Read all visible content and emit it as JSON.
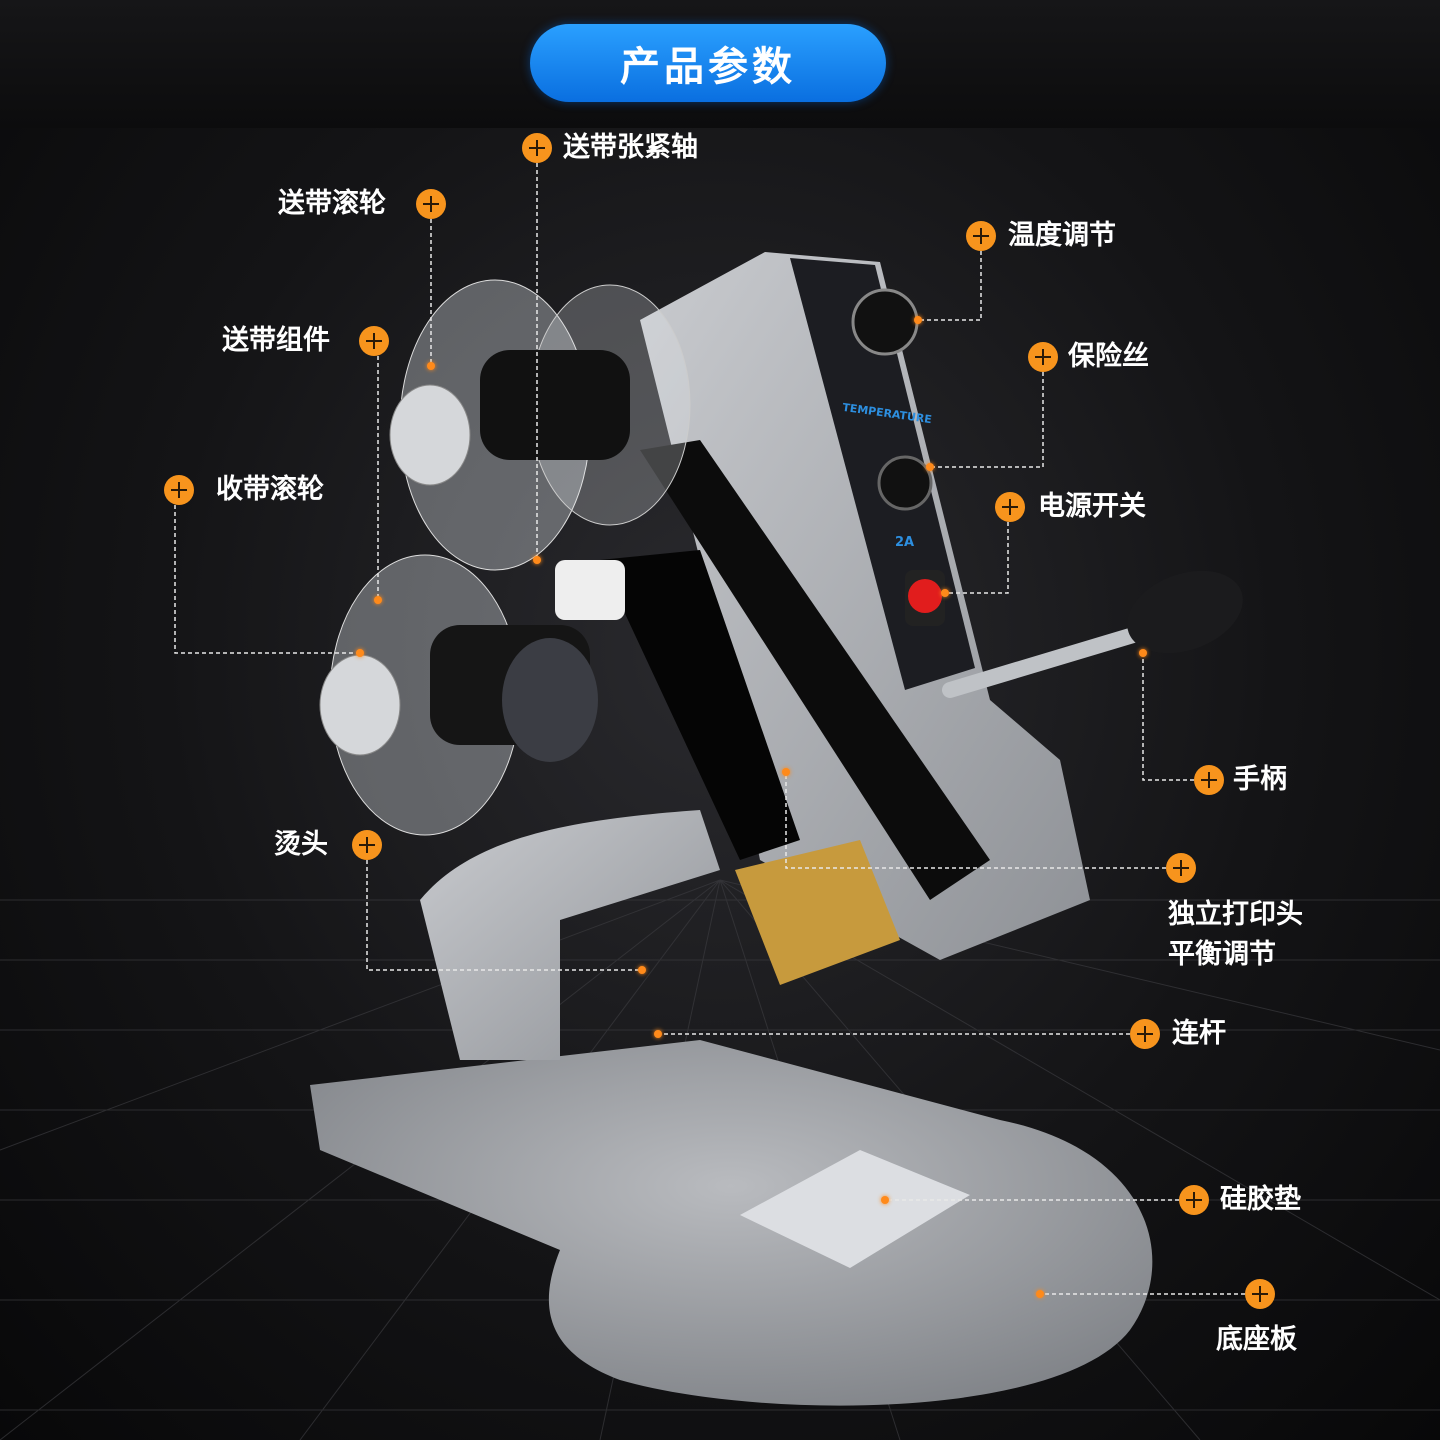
{
  "title": "产品参数",
  "panel": {
    "temperature_label": "TEMPERATURE",
    "fuse_rating": "2A"
  },
  "colors": {
    "accent_orange": "#f7941d",
    "title_blue": "#0a6fe0",
    "background": "#141416"
  },
  "callouts": [
    {
      "label": "送带张紧轴"
    },
    {
      "label": "送带滚轮"
    },
    {
      "label": "送带组件"
    },
    {
      "label": "收带滚轮"
    },
    {
      "label": "温度调节"
    },
    {
      "label": "保险丝"
    },
    {
      "label": "电源开关"
    },
    {
      "label": "手柄"
    },
    {
      "label": "烫头"
    },
    {
      "label": "独立打印头",
      "label_line2": "平衡调节"
    },
    {
      "label": "连杆"
    },
    {
      "label": "硅胶垫"
    },
    {
      "label": "底座板"
    }
  ]
}
